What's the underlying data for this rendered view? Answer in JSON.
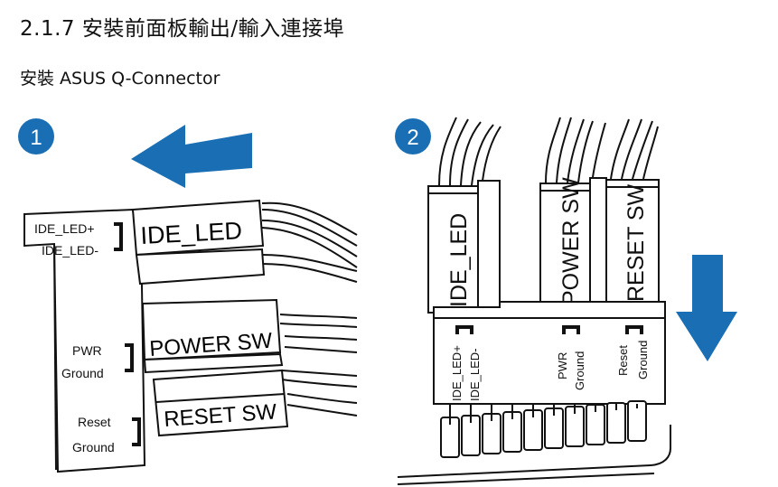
{
  "heading": {
    "section_number": "2.1.7",
    "section_title": "安裝前面板輸出/輸入連接埠",
    "subtitle": "安裝 ASUS Q-Connector"
  },
  "colors": {
    "accent_blue": "#1a6fb4",
    "line": "#111111"
  },
  "step1": {
    "badge": "1",
    "arrow_icon": "arrow-left-icon",
    "pins": {
      "ide_led_plus": "IDE_LED+",
      "ide_led_minus": "IDE_LED-",
      "pwr": "PWR",
      "pwr_ground": "Ground",
      "reset": "Reset",
      "reset_ground": "Ground"
    },
    "connectors": {
      "ide_led": "IDE_LED",
      "power_sw": "POWER SW",
      "reset_sw": "RESET SW"
    }
  },
  "step2": {
    "badge": "2",
    "arrow_icon": "arrow-down-icon",
    "connectors": {
      "ide_led": "IDE_LED",
      "power_sw": "POWER SW",
      "reset_sw": "RESET SW"
    },
    "pins": {
      "ide_led_plus": "IDE_LED+",
      "ide_led_minus": "IDE_LED-",
      "pwr": "PWR",
      "pwr_ground": "Ground",
      "reset": "Reset",
      "reset_ground": "Ground"
    }
  }
}
